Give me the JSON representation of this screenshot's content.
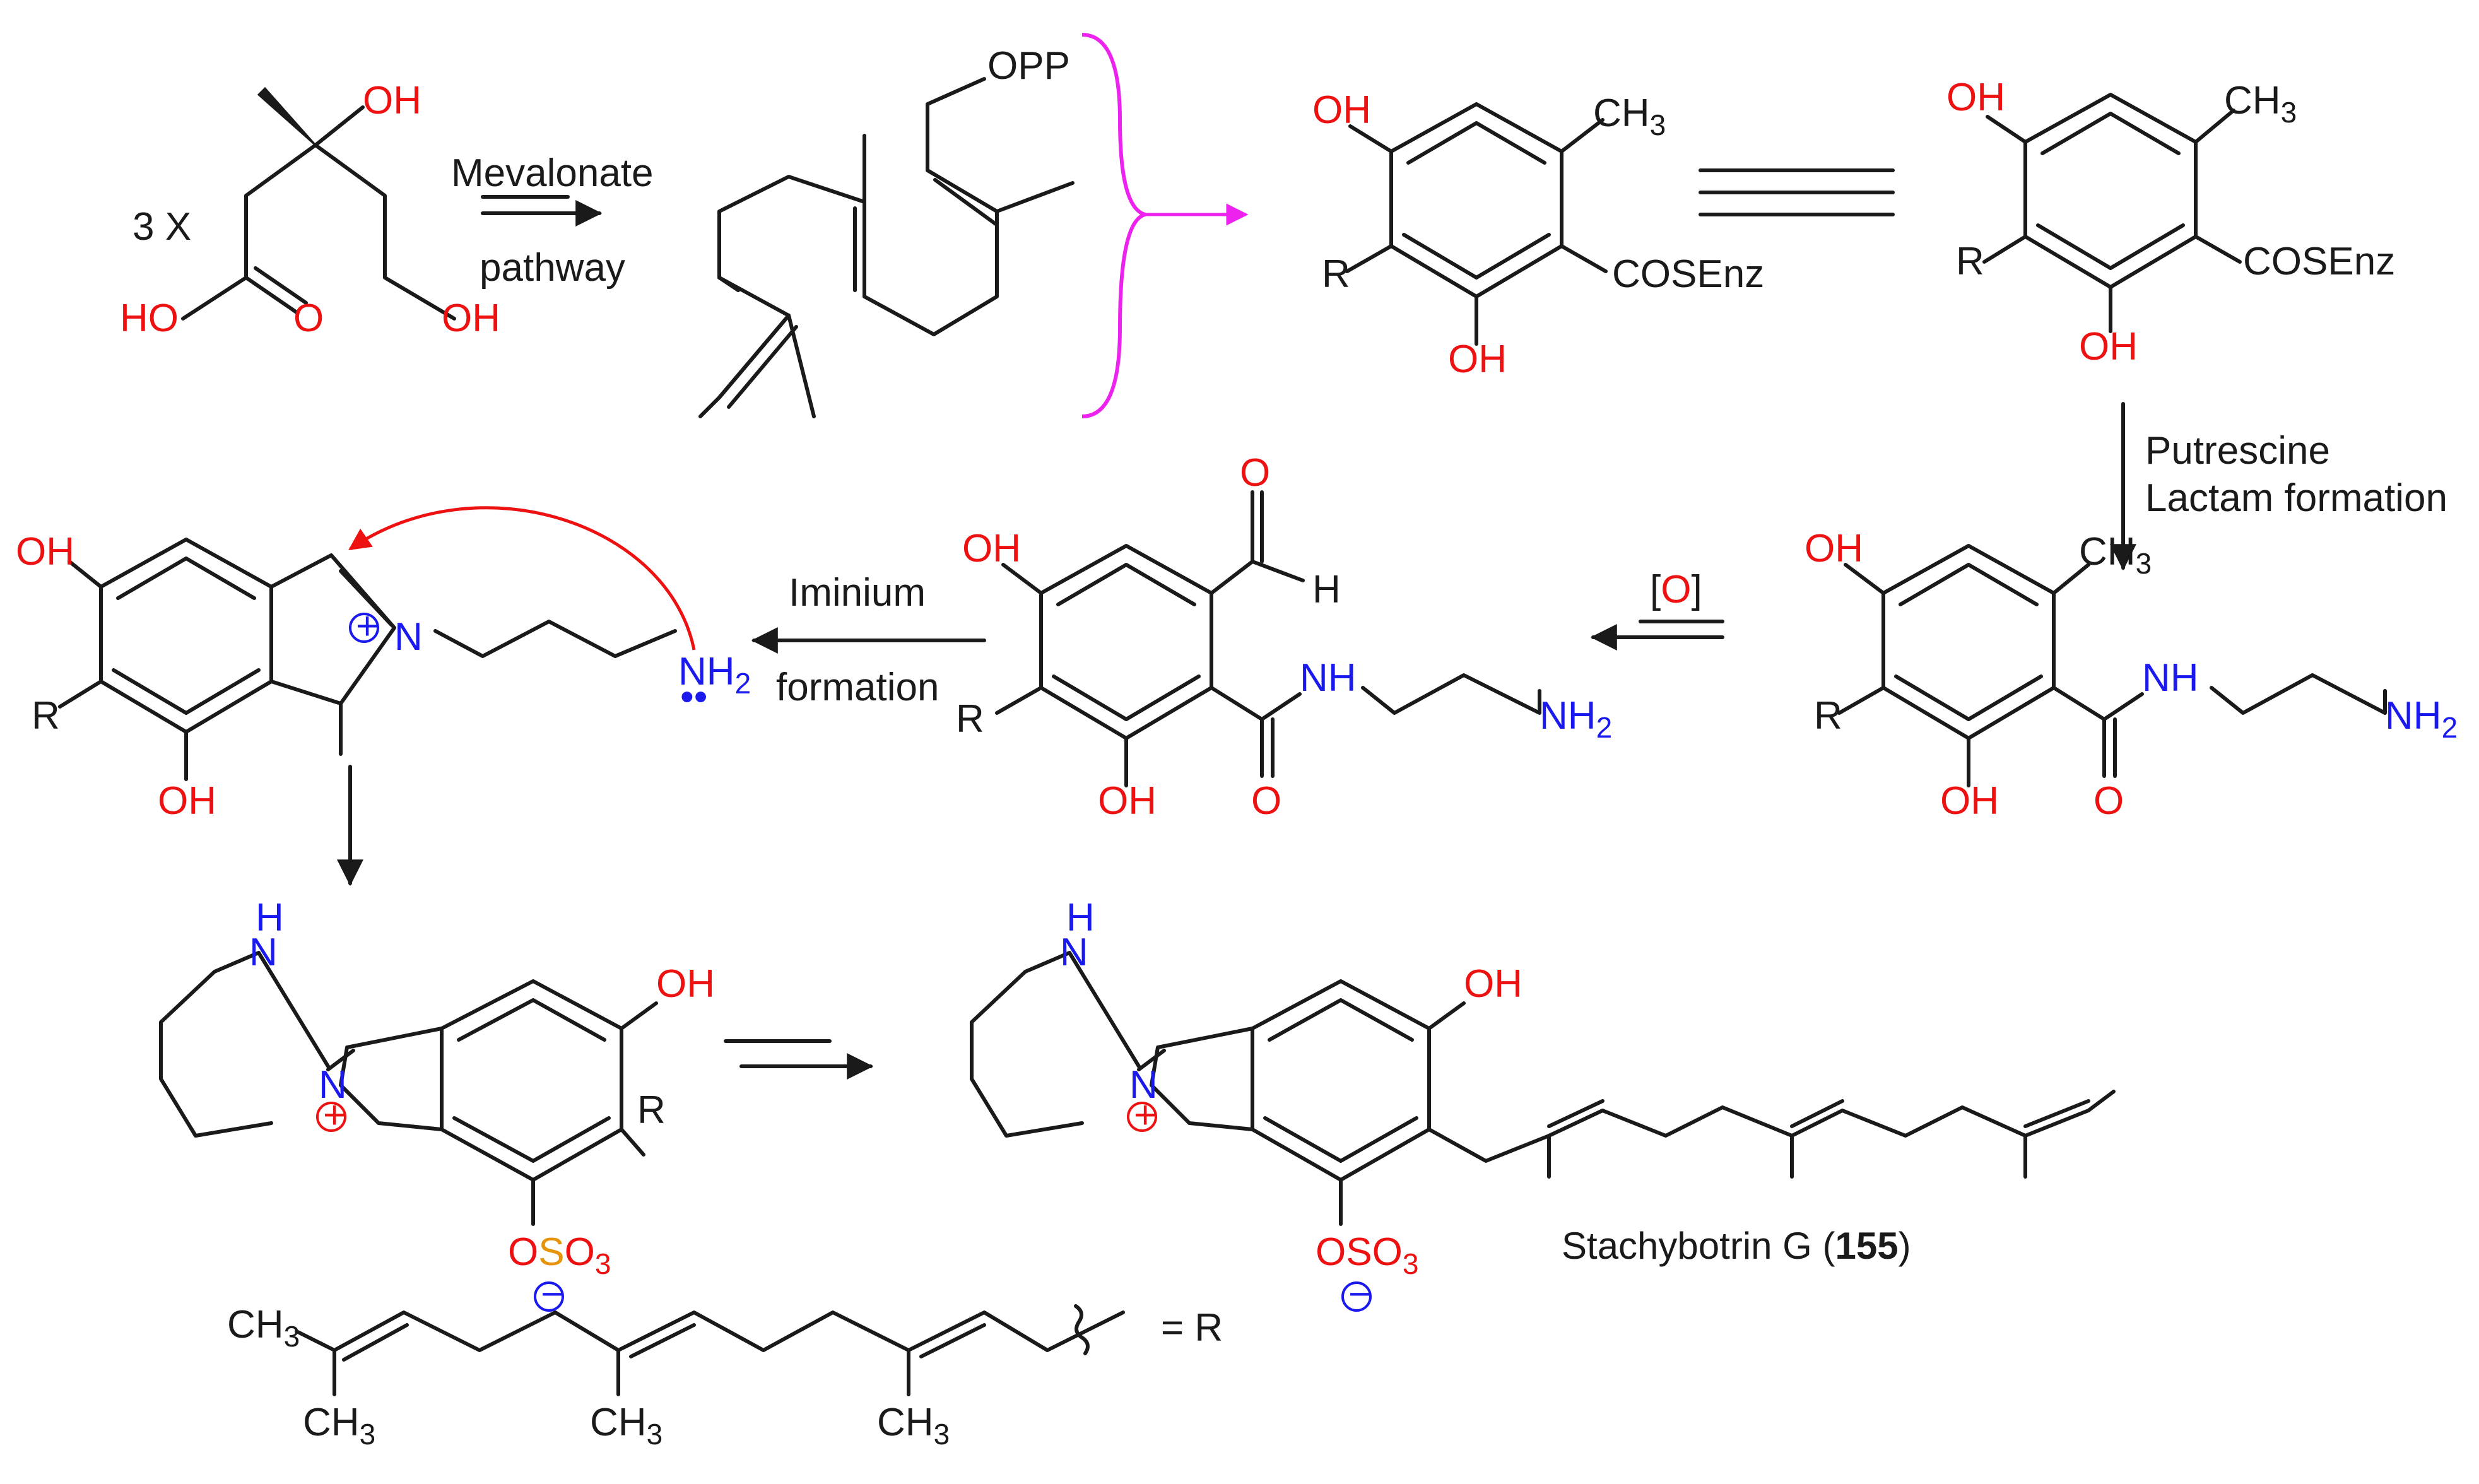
{
  "labels": {
    "multiplier": "3 X",
    "oh": "OH",
    "ho": "HO",
    "o": "O",
    "h": "H",
    "nh": "NH",
    "hn_h": "H",
    "n": "N",
    "r": "R",
    "eq_r": "= R",
    "opp": "OPP",
    "ch3": "CH",
    "nh2": "NH",
    "cosenz": "COSEnz",
    "oso3_o": "O",
    "oso3_s": "S",
    "oso3_o3": "O",
    "sub2": "2",
    "sub3": "3",
    "plus": "+",
    "minus": "−",
    "lonepair": "••"
  },
  "conditions": {
    "mevalonate_1": "Mevalonate",
    "mevalonate_2": "pathway",
    "putrescine_1": "Putrescine",
    "putrescine_2": "Lactam formation",
    "oxidation": "[O]",
    "iminium_1": "Iminium",
    "iminium_2": "formation"
  },
  "product": {
    "name": "Stachybotrin G (",
    "number": "155",
    "close": ")"
  },
  "colors": {
    "heteroatom_oxygen": "#ee1111",
    "heteroatom_nitrogen": "#1a1aee",
    "sulfur": "#e6940a",
    "brace": "#ee22ee",
    "curved_arrow": "#ee1111",
    "bond": "#1a1a1a"
  }
}
